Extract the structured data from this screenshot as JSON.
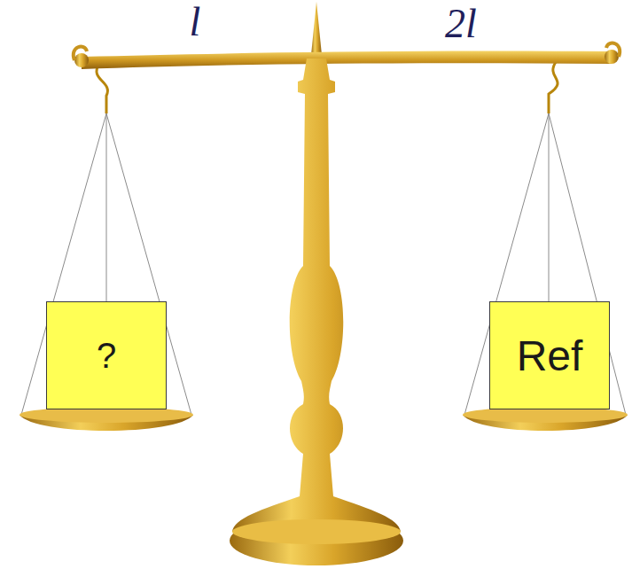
{
  "diagram": {
    "nodes": [
      {
        "text": [
          "?"
        ]
      },
      {
        "text": [
          "Ref"
        ]
      }
    ],
    "labels": [
      "l",
      "2l"
    ]
  }
}
